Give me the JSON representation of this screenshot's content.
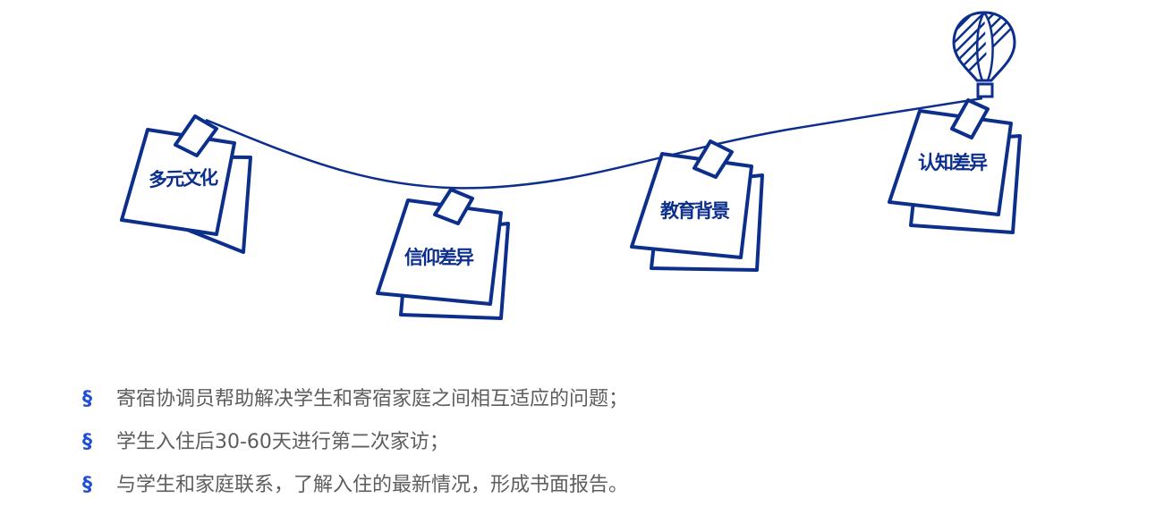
{
  "colors": {
    "stroke": "#0d2f8c",
    "bullet": "#1f4fd6",
    "text": "#5d5d5d"
  },
  "notes": [
    {
      "label": "多元文化"
    },
    {
      "label": "信仰差异"
    },
    {
      "label": "教育背景"
    },
    {
      "label": "认知差异"
    }
  ],
  "decoration": {
    "icon": "hot-air-balloon-icon"
  },
  "bullets": {
    "marker": "§",
    "items": [
      "寄宿协调员帮助解决学生和寄宿家庭之间相互适应的问题；",
      "学生入住后30-60天进行第二次家访；",
      "与学生和家庭联系，了解入住的最新情况，形成书面报告。"
    ]
  }
}
